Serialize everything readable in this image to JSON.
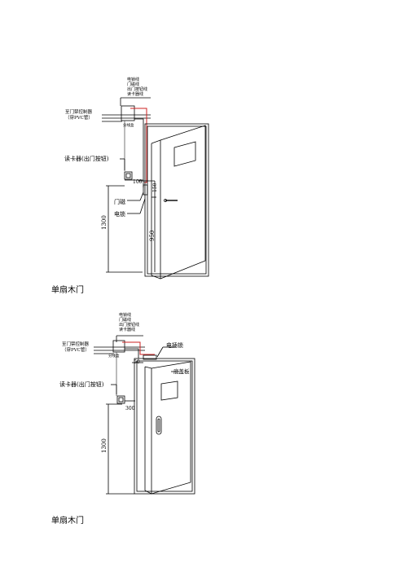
{
  "diagrams": [
    {
      "wire_labels": [
        "电锁线",
        "门磁线",
        "出门按钮线",
        "读卡器线"
      ],
      "controller_label": [
        "至门禁控制器",
        "（穿PVC管）"
      ],
      "junction_label": "分线盒",
      "reader_label": "读卡器(出门按钮)",
      "dim_reader_offset": "100",
      "dim_lock_offset": "150",
      "dim_reader_height": "1300",
      "dim_lock_height": "950",
      "door_sensor_label": "门磁",
      "lock_label": "电锁",
      "caption": "单扇木门"
    },
    {
      "wire_labels": [
        "电锁线",
        "门磁线",
        "出门按钮线",
        "读卡器线"
      ],
      "controller_label": [
        "至门禁控制器",
        "（穿PVC管）"
      ],
      "junction_label": "分线盒",
      "lock_label": "电插锁",
      "plate_label": "底盖板",
      "reader_label": "读卡器(出门按钮)",
      "dim_top": "50",
      "dim_reader_offset": "300",
      "dim_reader_height": "1300",
      "caption": "单扇木门"
    }
  ],
  "colors": {
    "line": "#000000",
    "wire": "#cc2222"
  }
}
